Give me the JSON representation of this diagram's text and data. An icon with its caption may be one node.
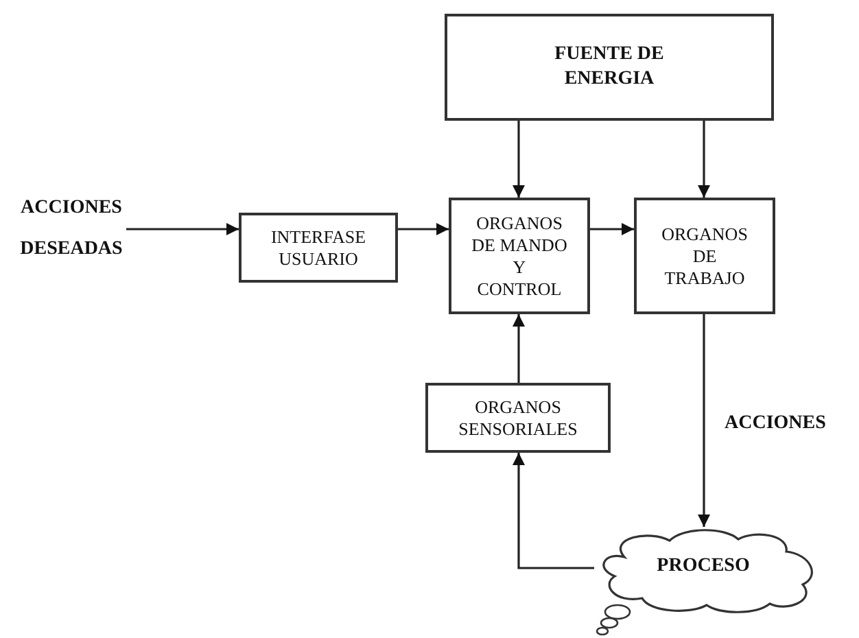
{
  "diagram": {
    "nodes": [
      {
        "text": [
          "FUENTE DE ENERGIA"
        ]
      },
      {
        "text": [
          "ACCIONES DESEADAS"
        ]
      },
      {
        "text": [
          "INTERFASE USUARIO"
        ]
      },
      {
        "text": [
          "ORGANOS DE MANDO Y CONTROL"
        ]
      },
      {
        "text": [
          "ORGANOS DE TRABAJO"
        ]
      },
      {
        "text": [
          "ORGANOS SENSORIALES"
        ]
      },
      {
        "text": [
          "PROCESO"
        ]
      }
    ],
    "edges": [
      {
        "from": 0,
        "to": 3,
        "arrow": "to"
      },
      {
        "from": 0,
        "to": 4,
        "arrow": "to"
      },
      {
        "from": 1,
        "to": 2,
        "arrow": "to"
      },
      {
        "from": 2,
        "to": 3,
        "arrow": "to"
      },
      {
        "from": 3,
        "to": 4,
        "arrow": "to"
      },
      {
        "from": 4,
        "to": 6,
        "arrow": "to",
        "label": "ACCIONES"
      },
      {
        "from": 5,
        "to": 3,
        "arrow": "to"
      },
      {
        "from": 6,
        "to": 5,
        "arrow": "to"
      }
    ]
  }
}
